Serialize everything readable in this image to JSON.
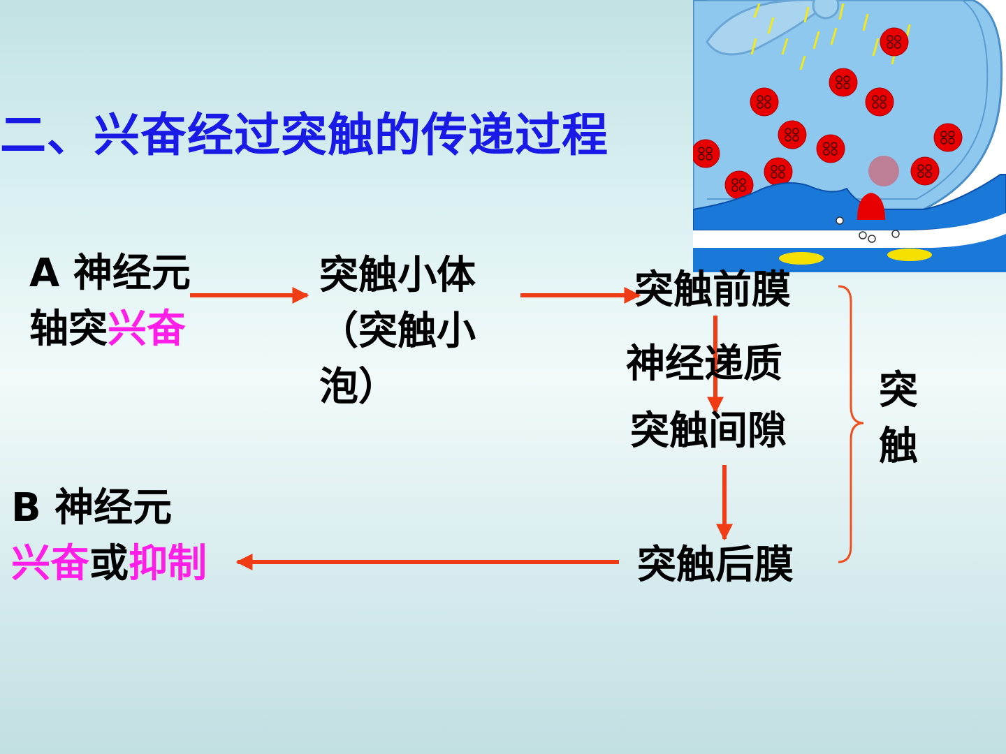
{
  "title": "二、兴奋经过突触的传递过程",
  "neuron_a": {
    "line1": "A 神经元",
    "line2_black": "轴突",
    "line2_highlight": "兴奋"
  },
  "synaptic_knob": {
    "line1": "突触小体",
    "line2": "（突触小",
    "line3": "泡）"
  },
  "presynaptic_membrane": "突触前膜",
  "neurotransmitter": "神经递质",
  "synaptic_cleft": "突触间隙",
  "postsynaptic_membrane": "突触后膜",
  "synapse_bracket_label": {
    "char1": "突",
    "char2": "触"
  },
  "neuron_b": {
    "line1": "B 神经元",
    "line2_part1": "兴奋",
    "line2_part2": "或",
    "line2_part3": "抑制"
  },
  "colors": {
    "title": "#1a1ae6",
    "highlight": "#ff1ee8",
    "arrow": "#f03c14",
    "bracket": "#f05020",
    "vesicle": "#e80000",
    "terminal": "#8ec8ee",
    "membrane": "#1a78d8"
  }
}
